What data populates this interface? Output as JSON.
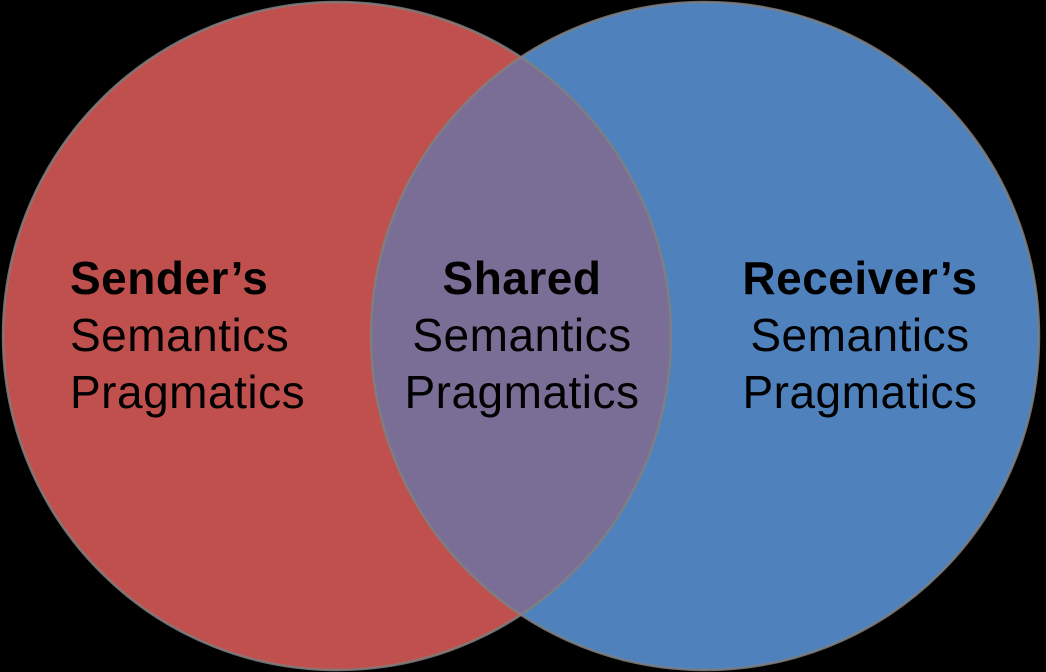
{
  "venn": {
    "background_color": "#000000",
    "outline_color": "#808080",
    "text_color": "#000000",
    "sender": {
      "title": "Sender’s",
      "items": [
        "Semantics",
        "Pragmatics"
      ],
      "color": "#C0504D"
    },
    "shared": {
      "title": "Shared",
      "items": [
        "Semantics",
        "Pragmatics"
      ],
      "color": "#7A6E96"
    },
    "receiver": {
      "title": "Receiver’s",
      "items": [
        "Semantics",
        "Pragmatics"
      ],
      "color": "#4F81BD"
    }
  }
}
